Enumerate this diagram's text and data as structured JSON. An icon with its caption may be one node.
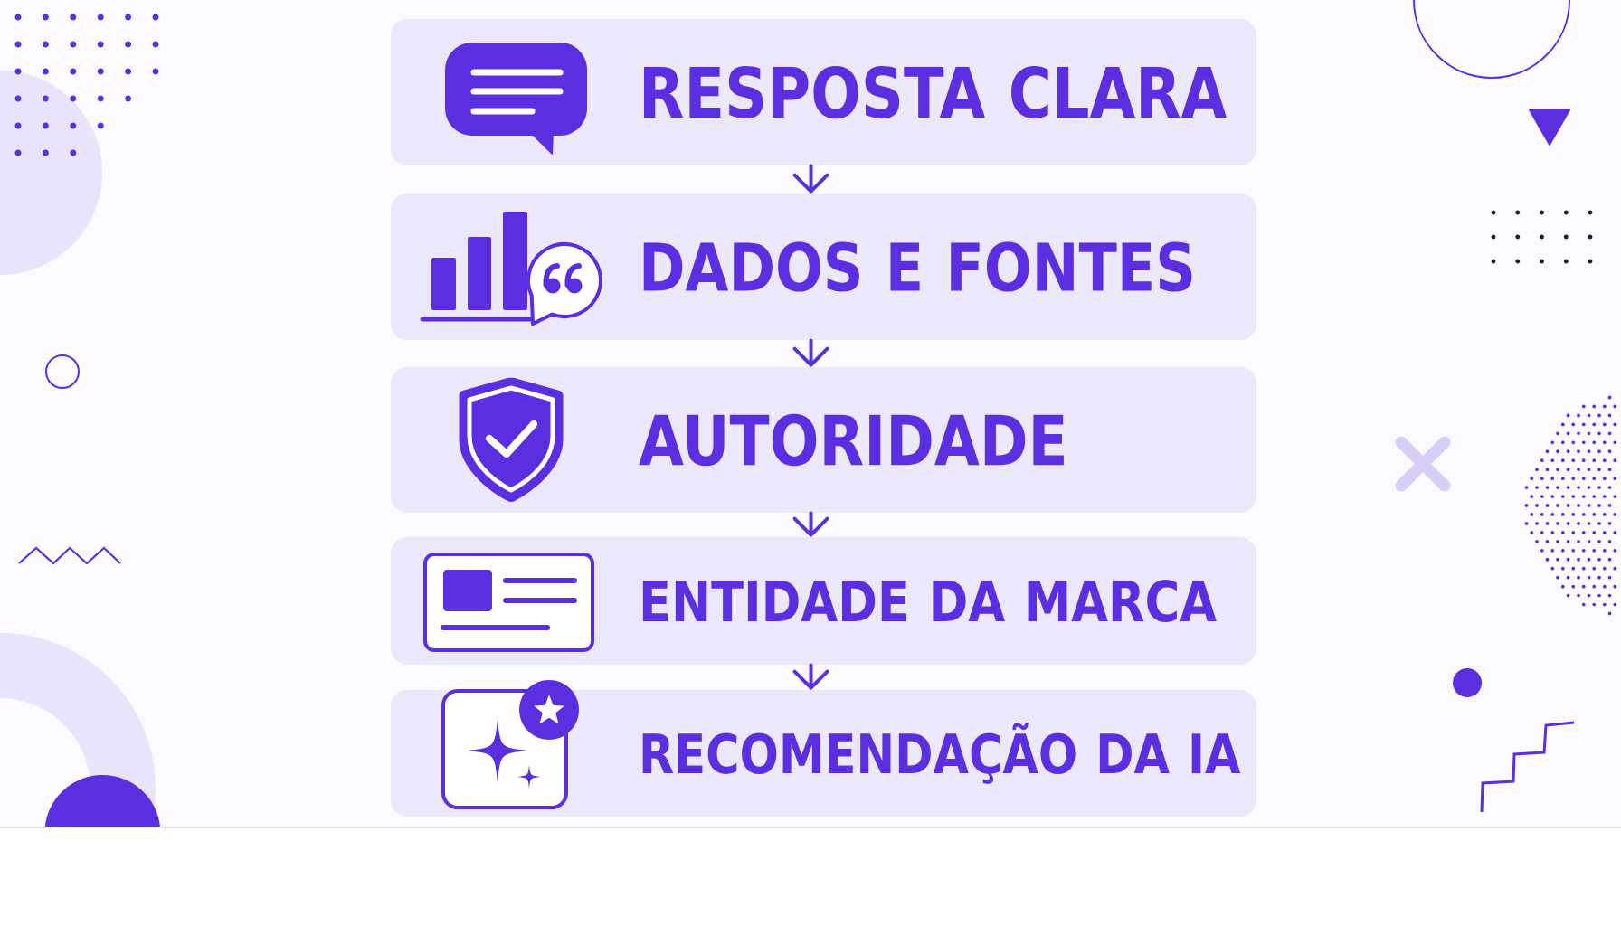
{
  "diagram": {
    "nodes": [
      {
        "text": [
          "RESPOSTA CLARA"
        ]
      },
      {
        "text": [
          "DADOS E FONTES"
        ]
      },
      {
        "text": [
          "AUTORIDADE"
        ]
      },
      {
        "text": [
          "ENTIDADE DA MARCA"
        ]
      },
      {
        "text": [
          "RECOMENDAÇÃO DA IA"
        ]
      }
    ],
    "edges": [
      {
        "from": 0,
        "to": 1,
        "arrow": "to"
      },
      {
        "from": 1,
        "to": 2,
        "arrow": "to"
      },
      {
        "from": 2,
        "to": 3,
        "arrow": "to"
      },
      {
        "from": 3,
        "to": 4,
        "arrow": "to"
      }
    ]
  }
}
